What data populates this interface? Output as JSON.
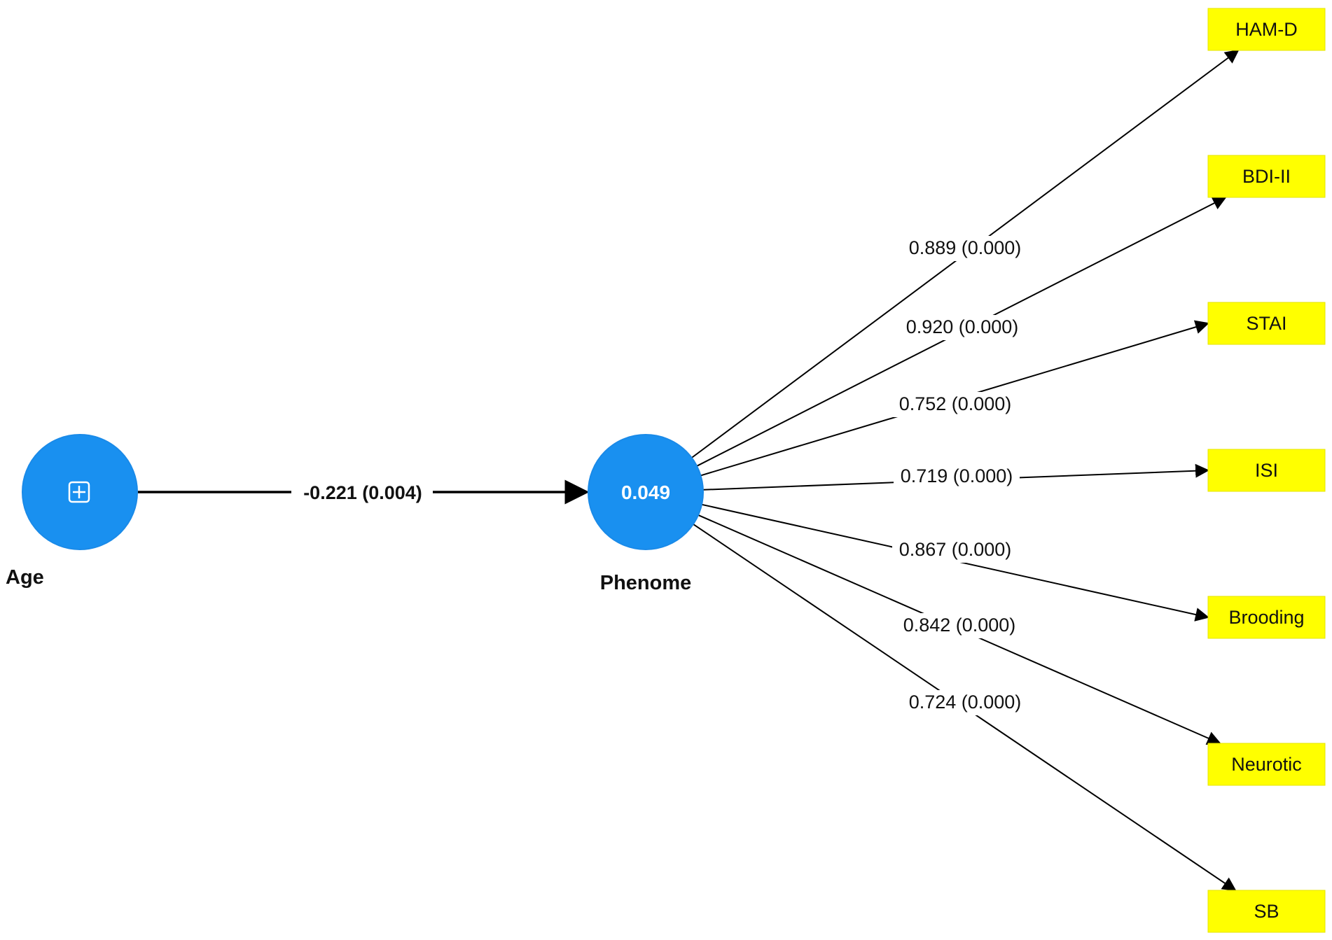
{
  "colors": {
    "construct_fill": "#1990f0",
    "indicator_fill": "#ffff00",
    "edge": "#000000",
    "construct_text": "#ffffff"
  },
  "constructs": [
    {
      "id": "age",
      "name": "Age",
      "value": "",
      "icon": "plus-square-icon"
    },
    {
      "id": "phenome",
      "name": "Phenome",
      "value": "0.049",
      "icon": ""
    }
  ],
  "structural_path": {
    "from": "Age",
    "to": "Phenome",
    "label": "-0.221 (0.004)"
  },
  "indicators": [
    {
      "name": "HAM-D",
      "loading": "0.889 (0.000)"
    },
    {
      "name": "BDI-II",
      "loading": "0.920 (0.000)"
    },
    {
      "name": "STAI",
      "loading": "0.752 (0.000)"
    },
    {
      "name": "ISI",
      "loading": "0.719 (0.000)"
    },
    {
      "name": "Brooding",
      "loading": "0.867 (0.000)"
    },
    {
      "name": "Neurotic",
      "loading": "0.842 (0.000)"
    },
    {
      "name": "SB",
      "loading": "0.724 (0.000)"
    }
  ]
}
